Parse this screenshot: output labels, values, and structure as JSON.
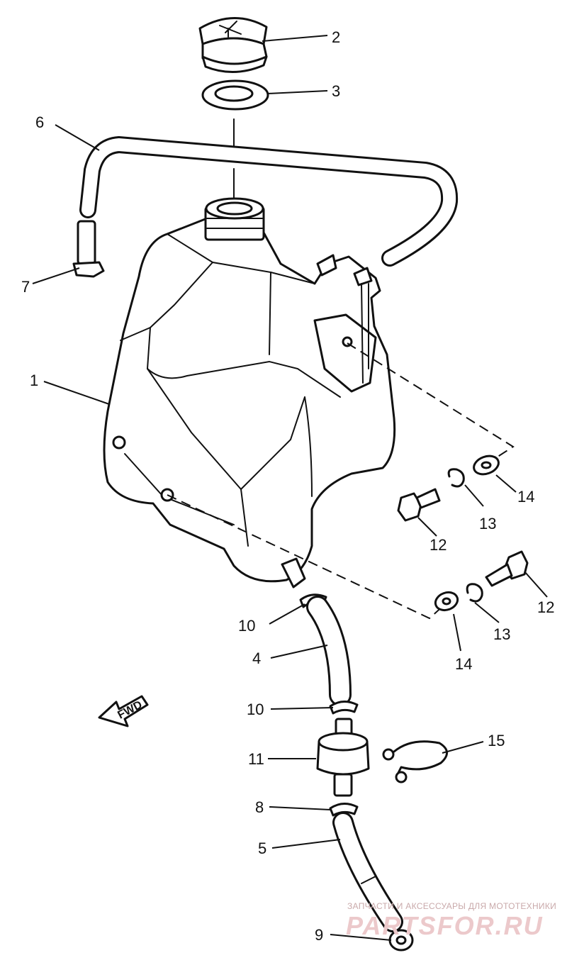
{
  "callouts": [
    {
      "id": "1",
      "label": "1"
    },
    {
      "id": "2",
      "label": "2"
    },
    {
      "id": "3",
      "label": "3"
    },
    {
      "id": "4",
      "label": "4"
    },
    {
      "id": "5",
      "label": "5"
    },
    {
      "id": "6",
      "label": "6"
    },
    {
      "id": "7",
      "label": "7"
    },
    {
      "id": "8",
      "label": "8"
    },
    {
      "id": "9",
      "label": "9"
    },
    {
      "id": "10a",
      "label": "10"
    },
    {
      "id": "10b",
      "label": "10"
    },
    {
      "id": "11",
      "label": "11"
    },
    {
      "id": "12a",
      "label": "12"
    },
    {
      "id": "12b",
      "label": "12"
    },
    {
      "id": "13a",
      "label": "13"
    },
    {
      "id": "13b",
      "label": "13"
    },
    {
      "id": "14a",
      "label": "14"
    },
    {
      "id": "14b",
      "label": "14"
    },
    {
      "id": "15",
      "label": "15"
    }
  ],
  "direction_marker": {
    "text": "FWD",
    "icon": "forward-arrow-icon"
  },
  "watermark": {
    "tagline": "ЗАПЧАСТИ И АКСЕССУАРЫ ДЛЯ МОТОТЕХНИКИ",
    "brand": "PARTSFOR.RU"
  },
  "colors": {
    "ink": "#111111",
    "paper": "#ffffff",
    "watermark": "#ecc9cb"
  }
}
